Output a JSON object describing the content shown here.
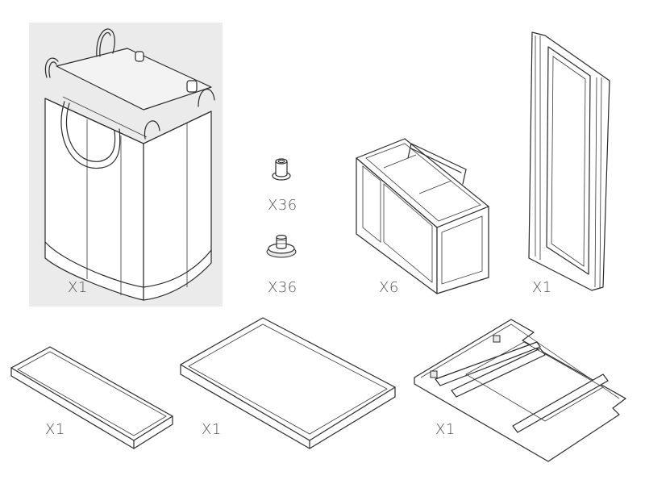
{
  "parts": [
    {
      "name": "laundry-bag",
      "quantity": "X1"
    },
    {
      "name": "connector-female",
      "quantity": "X36"
    },
    {
      "name": "connector-male",
      "quantity": "X36"
    },
    {
      "name": "storage-box",
      "quantity": "X6"
    },
    {
      "name": "side-frame",
      "quantity": "X1"
    },
    {
      "name": "small-tray",
      "quantity": "X1"
    },
    {
      "name": "large-tray",
      "quantity": "X1"
    },
    {
      "name": "shelf-board",
      "quantity": "X1"
    }
  ],
  "colors": {
    "background_panel": "#ebebeb",
    "line": "#2a2a2a",
    "label": "#555555"
  }
}
